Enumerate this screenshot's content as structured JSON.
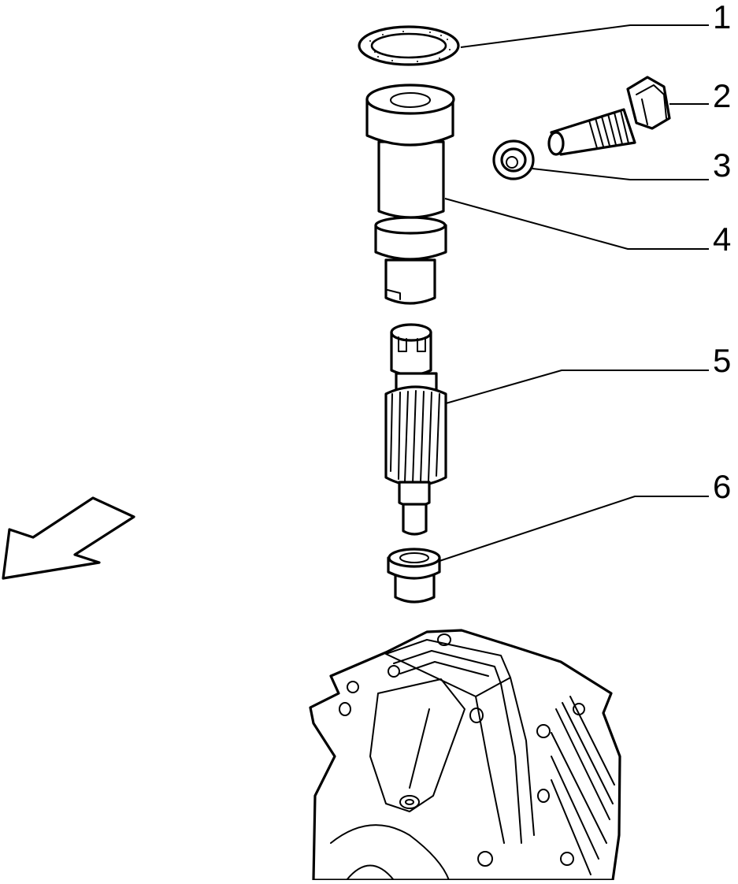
{
  "diagram": {
    "callouts": [
      {
        "label": "1",
        "part": "seal-ring"
      },
      {
        "label": "2",
        "part": "bolt"
      },
      {
        "label": "3",
        "part": "washer"
      },
      {
        "label": "4",
        "part": "gear-sleeve"
      },
      {
        "label": "5",
        "part": "speedometer-drive-gear"
      },
      {
        "label": "6",
        "part": "bushing"
      }
    ],
    "colors": {
      "line": "#000000",
      "background": "#ffffff"
    }
  }
}
